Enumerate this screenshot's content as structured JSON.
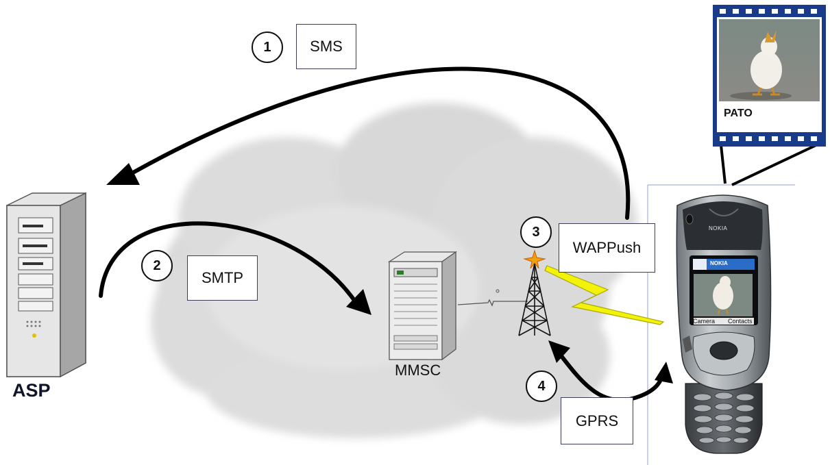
{
  "nodes": {
    "asp": "ASP",
    "mmsc": "MMSC",
    "phone_brand": "NOKIA",
    "phone_screen_brand": "NOKIA",
    "softkey_left": "Camera",
    "softkey_right": "Contacts"
  },
  "steps": [
    {
      "number": "1",
      "label": "SMS"
    },
    {
      "number": "2",
      "label": "SMTP"
    },
    {
      "number": "3",
      "label": "WAPPush"
    },
    {
      "number": "4",
      "label": "GPRS"
    }
  ],
  "message": {
    "caption": "PATO"
  },
  "colors": {
    "cloud": "#dcdcdc",
    "arrow": "#000000",
    "lightning": "#f2f20a",
    "box_border": "#3a3a5a",
    "frame_blue": "#1a3a8a"
  }
}
